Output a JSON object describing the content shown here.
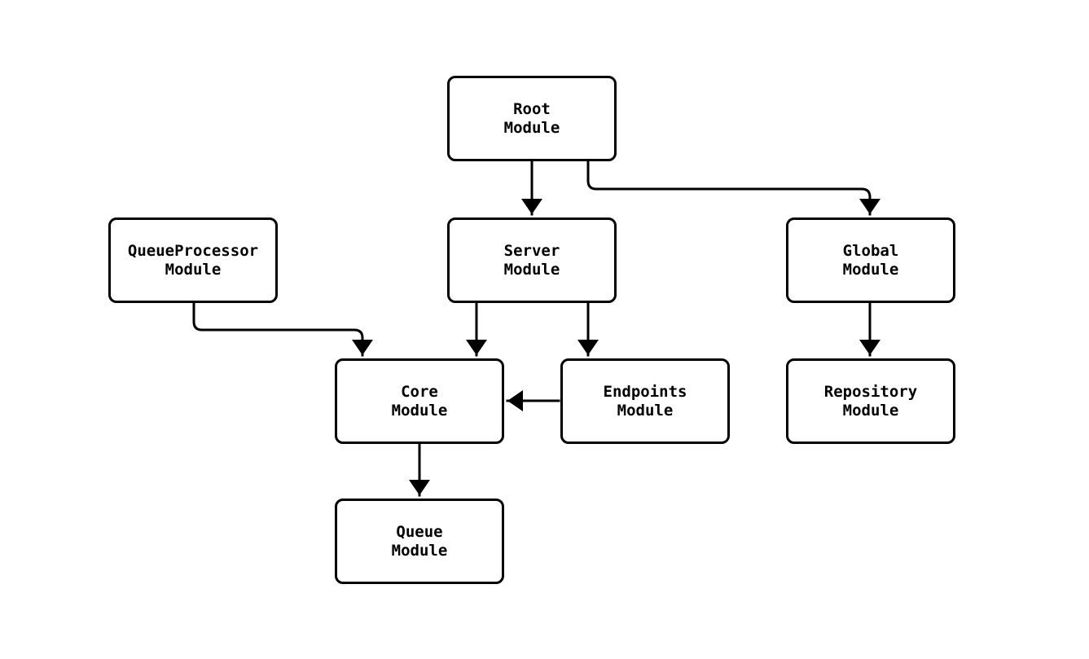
{
  "diagram": {
    "type": "module-dependency-graph",
    "background_color": "#ffffff",
    "stroke_color": "#000000",
    "text_color": "#000000",
    "nodes": {
      "root": {
        "label": "Root\nModule"
      },
      "queueprocessor": {
        "label": "QueueProcessor\nModule"
      },
      "server": {
        "label": "Server\nModule"
      },
      "global": {
        "label": "Global\nModule"
      },
      "core": {
        "label": "Core\nModule"
      },
      "endpoints": {
        "label": "Endpoints\nModule"
      },
      "repository": {
        "label": "Repository\nModule"
      },
      "queue": {
        "label": "Queue\nModule"
      }
    },
    "edges": [
      {
        "from": "Root Module",
        "to": "Server Module"
      },
      {
        "from": "Root Module",
        "to": "Global Module"
      },
      {
        "from": "QueueProcessor Module",
        "to": "Core Module"
      },
      {
        "from": "Server Module",
        "to": "Core Module"
      },
      {
        "from": "Server Module",
        "to": "Endpoints Module"
      },
      {
        "from": "Global Module",
        "to": "Repository Module"
      },
      {
        "from": "Endpoints Module",
        "to": "Core Module"
      },
      {
        "from": "Core Module",
        "to": "Queue Module"
      }
    ]
  }
}
